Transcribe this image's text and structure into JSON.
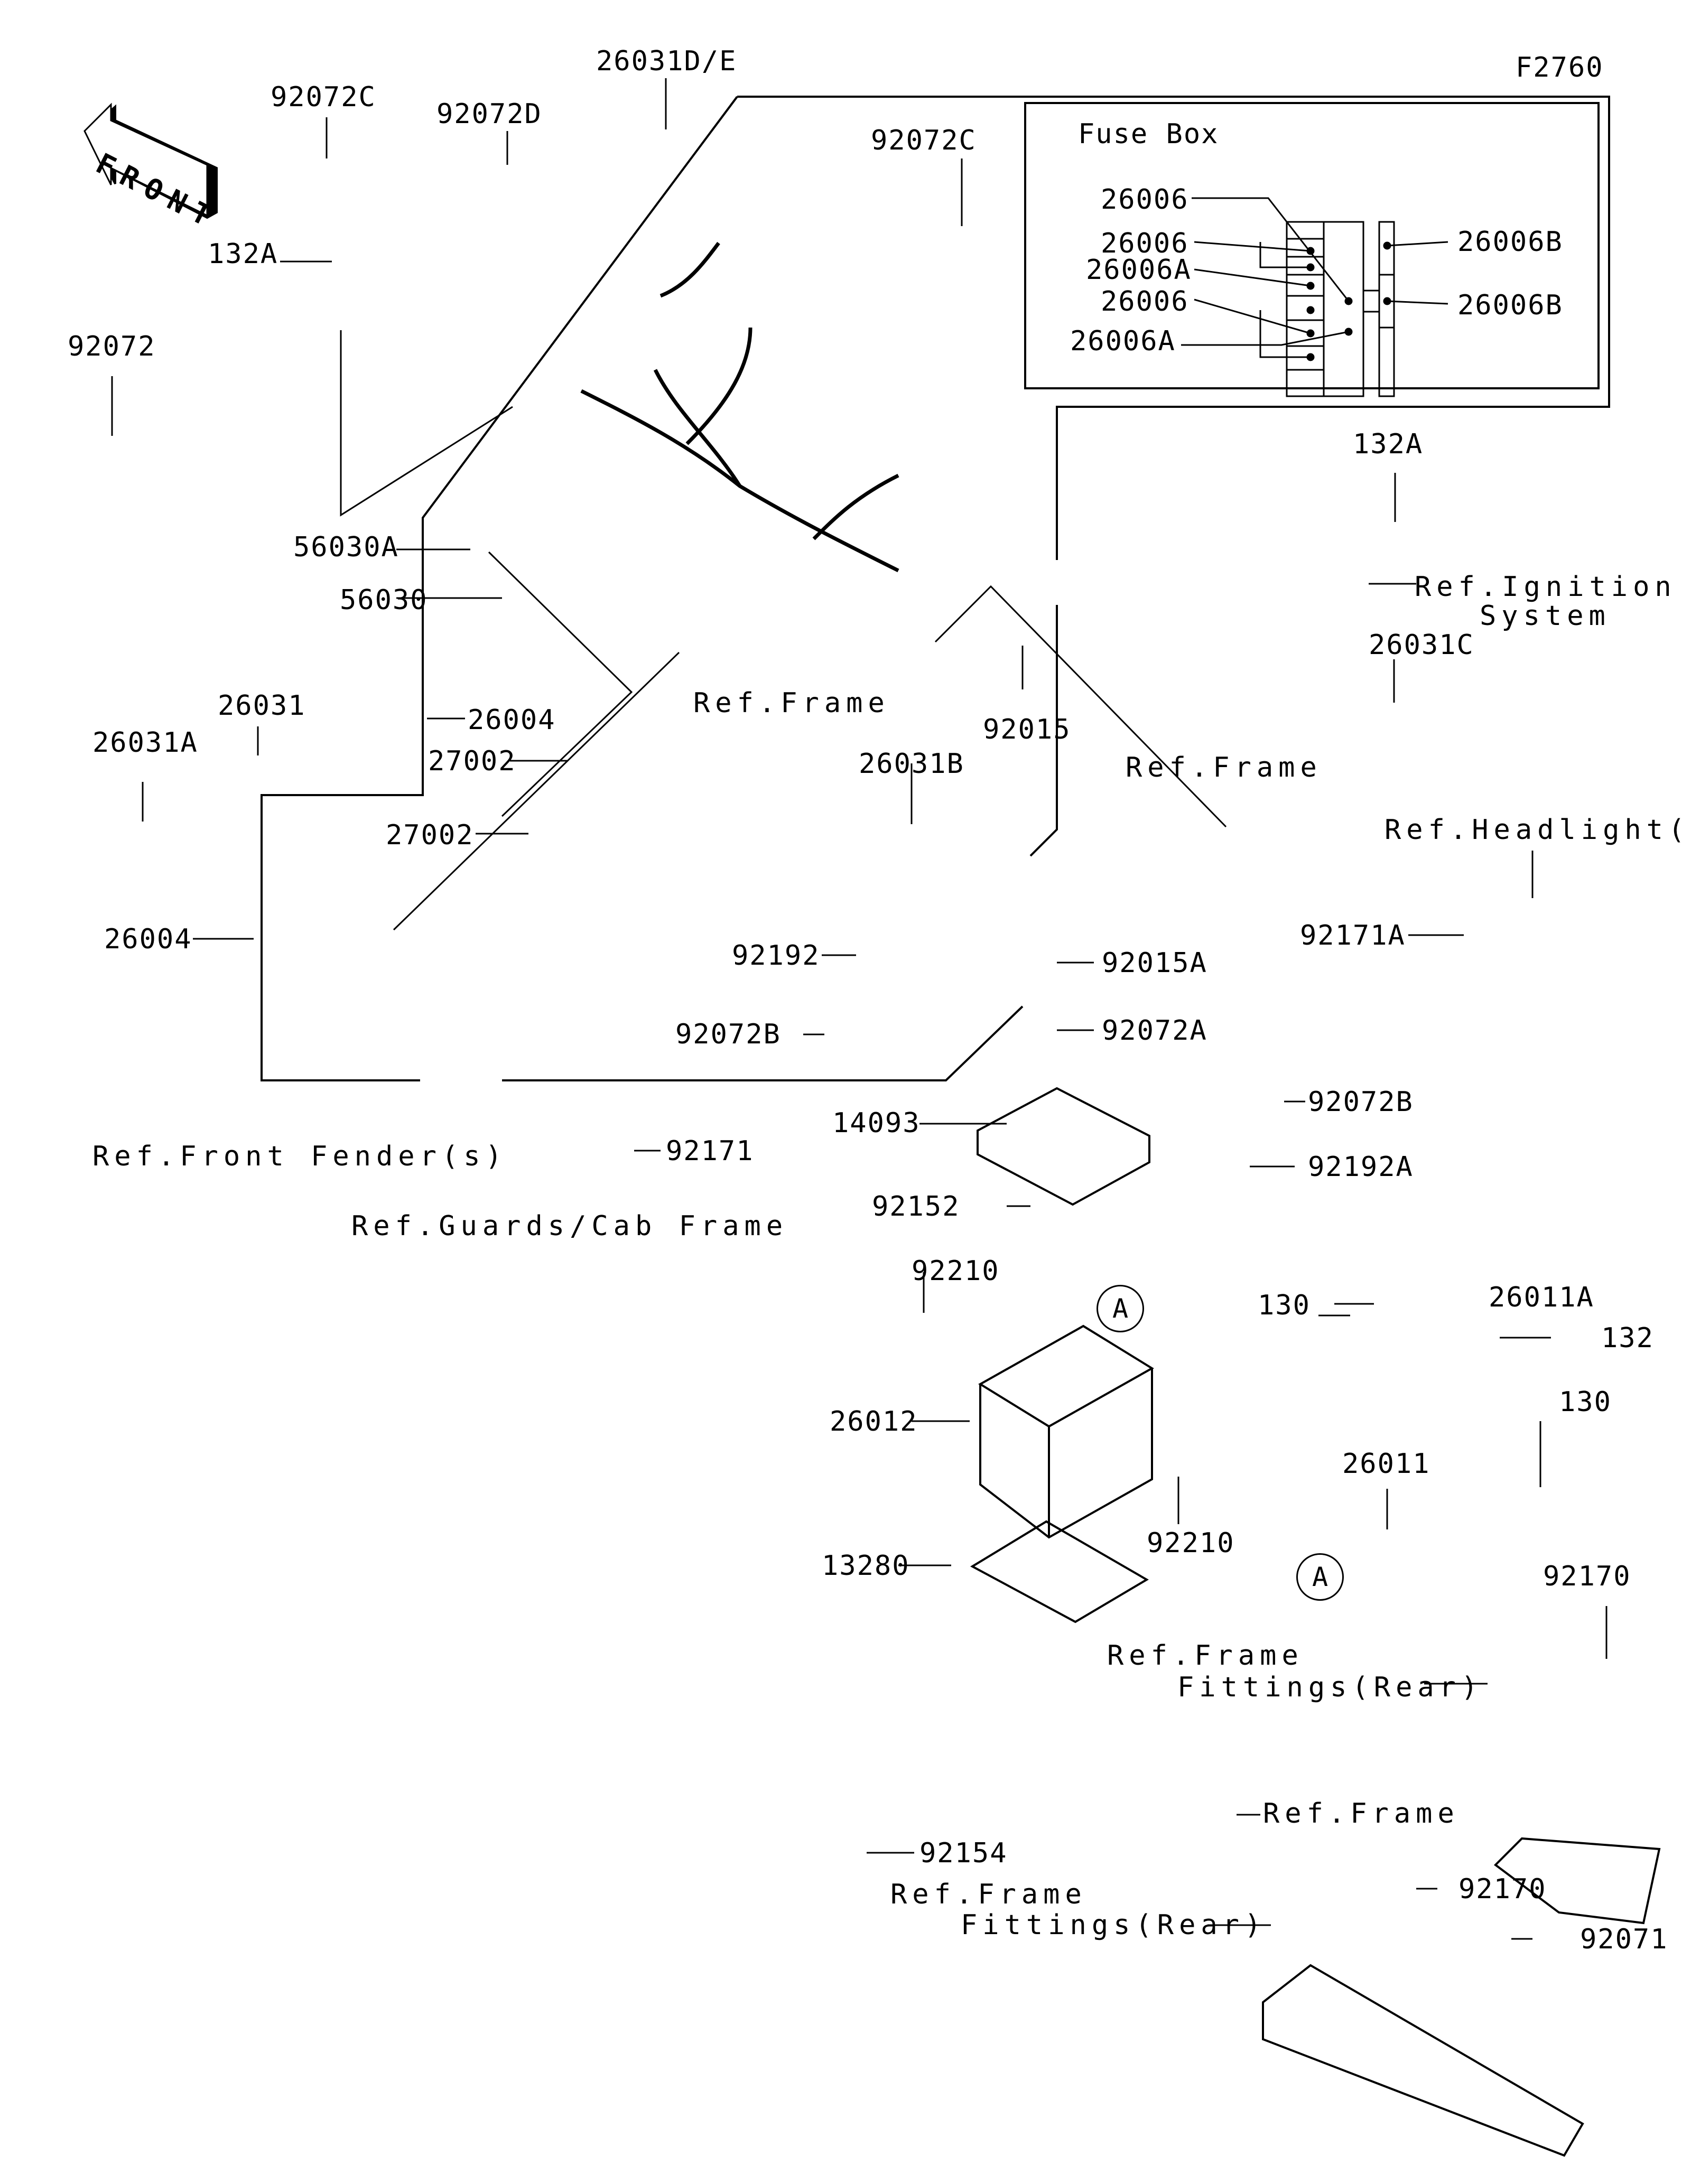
{
  "figure_id": "F2760",
  "front_arrow": {
    "text": "FRONT"
  },
  "fuse_box": {
    "title": "Fuse Box",
    "labels_left": [
      "26006",
      "26006",
      "26006A",
      "26006",
      "26006A"
    ],
    "labels_right": [
      "26006B",
      "26006B"
    ]
  },
  "callout_marker": "A",
  "parts": {
    "p26031DE": "26031D/E",
    "p92072C_a": "92072C",
    "p92072D": "92072D",
    "p92072C_b": "92072C",
    "p132A_a": "132A",
    "p92072": "92072",
    "p56030A": "56030A",
    "p56030": "56030",
    "p26004_a": "26004",
    "p92015": "92015",
    "p132A_b": "132A",
    "p26031C": "26031C",
    "p26031": "26031",
    "p26031A": "26031A",
    "p27002_a": "27002",
    "p27002_b": "27002",
    "p26031B": "26031B",
    "p26004_b": "26004",
    "p92171A": "92171A",
    "p92192": "92192",
    "p92015A": "92015A",
    "p92072A": "92072A",
    "p92072B_a": "92072B",
    "p92072B_b": "92072B",
    "p14093": "14093",
    "p92192A": "92192A",
    "p92171": "92171",
    "p92152": "92152",
    "p92210_a": "92210",
    "p26011A": "26011A",
    "p130_a": "130",
    "p132": "132",
    "p26012": "26012",
    "p130_b": "130",
    "p26011": "26011",
    "p92210_b": "92210",
    "p13280": "13280",
    "p92170_a": "92170",
    "p92154": "92154",
    "p92170_b": "92170",
    "p92071": "92071"
  },
  "references": {
    "ignition_line1": "Ref.Ignition",
    "ignition_line2": "System",
    "frame_a": "Ref.Frame",
    "frame_b": "Ref.Frame",
    "headlights": "Ref.Headlight(s)",
    "front_fenders": "Ref.Front Fender(s)",
    "guards_cab": "Ref.Guards/Cab Frame",
    "frame_fittings_a_line1": "Ref.Frame",
    "frame_fittings_a_line2": "Fittings(Rear)",
    "frame_c": "Ref.Frame",
    "frame_fittings_b_line1": "Ref.Frame",
    "frame_fittings_b_line2": "Fittings(Rear)"
  }
}
